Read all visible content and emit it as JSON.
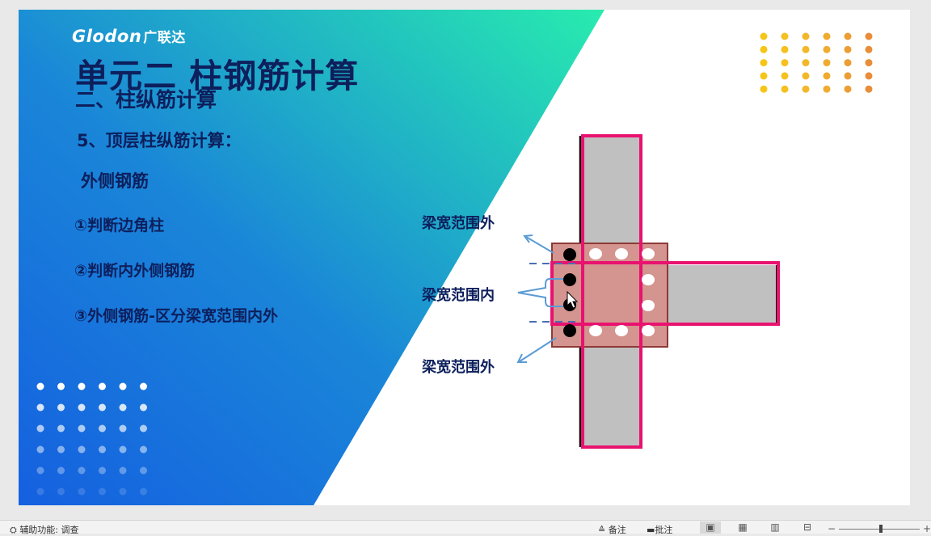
{
  "slide": {
    "logo": {
      "brand": "Glodon",
      "cn": "广联达"
    },
    "title": "单元二  柱钢筋计算",
    "subtitle": "二、柱纵筋计算",
    "items": [
      "5、顶层柱纵筋计算：",
      "外侧钢筋",
      "①判断边角柱",
      "②判断内外侧钢筋",
      "③外侧钢筋-区分梁宽范围内外"
    ],
    "diagram": {
      "label_outside_top": "梁宽范围外",
      "label_inside": "梁宽范围内",
      "label_outside_bottom": "梁宽范围外"
    },
    "colors": {
      "gradient_start": "#1766dc",
      "gradient_end": "#28e8b0",
      "title": "#0d1f5c",
      "frame": "#e8126f",
      "joint": "#d4948f",
      "column": "#c0c0c0",
      "arrow": "#5b9bd5"
    }
  },
  "statusbar": {
    "accessibility": "辅助功能: 调查",
    "notes": "备注",
    "comments": "批注",
    "view_normal_icon": "normal-view-icon",
    "view_sorter_icon": "slide-sorter-icon",
    "view_reading_icon": "reading-view-icon",
    "view_slideshow_icon": "slideshow-icon",
    "zoom_minus": "−",
    "zoom_plus": "+"
  }
}
